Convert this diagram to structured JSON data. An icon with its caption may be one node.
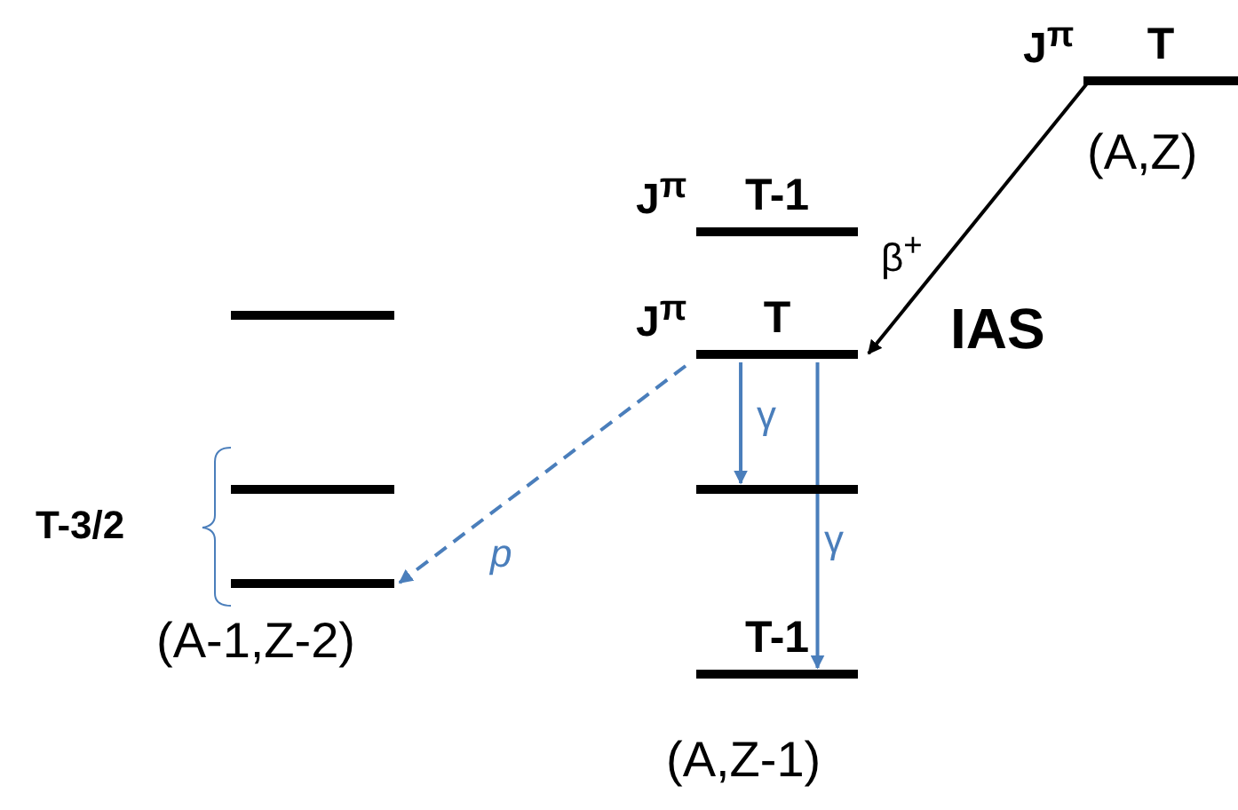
{
  "diagram": {
    "nodes": [
      {
        "text": [
          "T"
        ],
        "beside": [
          "J$^{π}$"
        ]
      },
      {
        "text": [
          "T-1"
        ],
        "beside": [
          "J$^{π}$"
        ]
      },
      {
        "text": [
          "T"
        ],
        "beside": [
          "J$^{π}$",
          "IAS"
        ]
      },
      {
        "text": [],
        "shape": "bar"
      },
      {
        "text": [
          "T-1"
        ]
      },
      {
        "text": [],
        "shape": "bar"
      },
      {
        "text": [],
        "shape": "bar"
      },
      {
        "text": [],
        "shape": "bar"
      }
    ],
    "edges": [
      {
        "from": 0,
        "to": 2,
        "arrow": "to",
        "label": "β$^{+}$",
        "color": "#000000"
      },
      {
        "from": 2,
        "to": 7,
        "arrow": "to",
        "label": "p",
        "style": "dashed"
      },
      {
        "from": 2,
        "to": 3,
        "arrow": "to",
        "label": "γ"
      },
      {
        "from": 2,
        "to": 4,
        "arrow": "to",
        "label": "γ"
      }
    ],
    "labels": [
      "(A,Z)",
      "T-3/2",
      "(A-1,Z-2)",
      "(A,Z-1)"
    ]
  }
}
